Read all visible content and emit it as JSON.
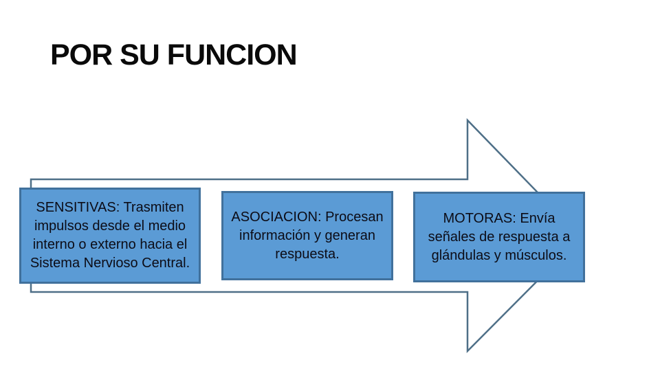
{
  "title": "POR SU FUNCION",
  "boxes": [
    {
      "id": "sensitivas",
      "text": "SENSITIVAS: Trasmiten impulsos desde el medio interno o externo hacia el Sistema Nervioso Central."
    },
    {
      "id": "asociacion",
      "text": "ASOCIACION: Procesan información y generan respuesta."
    },
    {
      "id": "motoras",
      "text": "MOTORAS: Envía señales de respuesta a glándulas y músculos."
    }
  ],
  "shapes": {
    "arrow": "right-block-arrow"
  },
  "colors": {
    "box_fill": "#5b9bd5",
    "box_border": "#41719c",
    "arrow_outline": "#4e6f87",
    "title_color": "#0a0a0a",
    "text_color": "#0c0c16",
    "bg": "#ffffff"
  }
}
